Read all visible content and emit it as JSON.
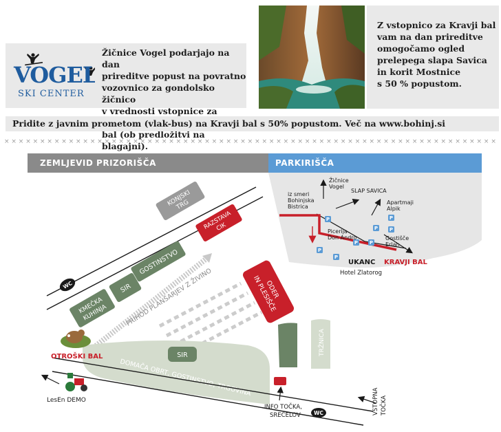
{
  "logo": {
    "brand": "VOGEL",
    "sub": "SKI CENTER",
    "color_blue": "#1f5c9e",
    "icon": "skier-icon"
  },
  "info_left": {
    "lines": [
      "Žičnice Vogel podarjajo na dan",
      "prireditve popust na povratno",
      "vozovnico za gondolsko žičnico",
      "v vrednosti vstopnice za Kravji",
      "bal (ob predložitvi na blagajni)."
    ]
  },
  "info_right": {
    "lines": [
      "Z vstopnico za Kravji bal",
      "vam na dan prireditve",
      "omogočamo ogled",
      "prelepega slapa Savica",
      "in korit Mostnice",
      "s 50 % popustom."
    ]
  },
  "photo": {
    "icon": "waterfall-photo"
  },
  "transport_note": "Pridite z javnim prometom (vlak-bus) na Kravji bal s 50% popustom. Več na www.bohinj.si",
  "separator_char": "×",
  "banners": {
    "venue_map": "ZEMLJEVID PRIZORIŠČA",
    "parking": "PARKIRIŠČA"
  },
  "map": {
    "konjski_trg": [
      "KONJSKI",
      "TRG"
    ],
    "razstava": [
      "RAZSTAVA",
      "CIK"
    ],
    "gostinstvo": "GOSTINSTVO",
    "sir_top": "SIR",
    "kmecka": [
      "KMEČKA",
      "KUHINJA"
    ],
    "prihod": "PRIHOD PLANŠARJEV Z ŽIVINO",
    "oder": [
      "ODER",
      "IN PLESIŠČE"
    ],
    "wc": "WC",
    "otroski": "OTROŠKI BAL",
    "sir_bottom": "SIR",
    "domaca": "DOMAČA OBRT, GOSTINSTVO, TRGOVINA",
    "trznica": "TRŽNICA",
    "lesen": "LesEn DEMO",
    "info_tocka": [
      "INFO TOČKA,",
      "SREČELOV"
    ],
    "vstopna": [
      "VSTOPNA",
      "TOČKA"
    ]
  },
  "parking_map": {
    "iz_smeri": [
      "iz smeri",
      "Bohinjska",
      "Bistrica"
    ],
    "zicnice": [
      "Žičnice",
      "Vogel"
    ],
    "slap": "SLAP SAVICA",
    "apartmaji": [
      "Apartmaji",
      "Alpik"
    ],
    "picerija": [
      "Picerija",
      "Don Andro"
    ],
    "gostisce": [
      "Gostišče",
      "Erlah"
    ],
    "ukanc": "UKANC",
    "kravji_bal": "KRAVJI BAL",
    "hotel": "Hotel Zlatorog",
    "p": "P"
  },
  "colors": {
    "green_dark": "#6b8466",
    "green_light": "#d4dccd",
    "red": "#c8202a",
    "grey_banner": "#8a8a8a",
    "blue_banner": "#5b9bd5",
    "parking_bg": "#e6e6e6"
  }
}
